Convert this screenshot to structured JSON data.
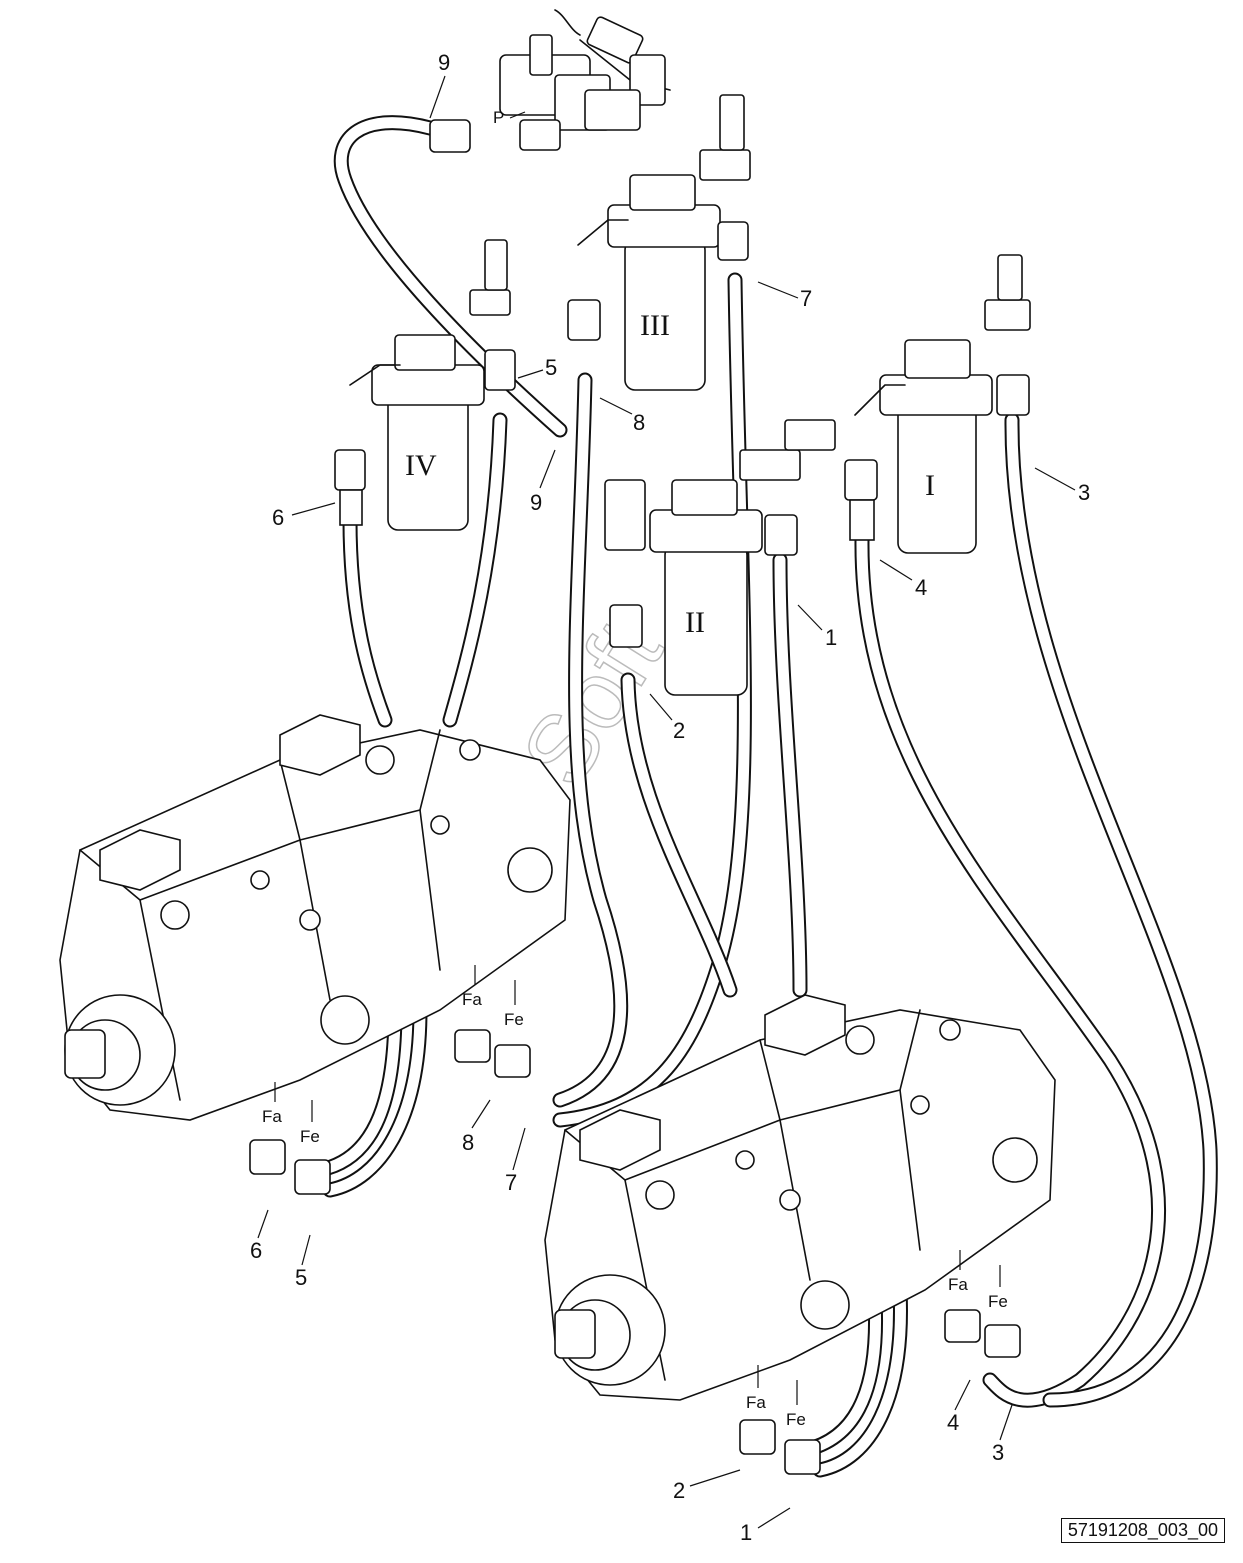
{
  "drawing_number": "57191208_003_00",
  "watermark": "AutoSoft",
  "filter_labels": [
    "I",
    "II",
    "III",
    "IV"
  ],
  "port_labels": {
    "fa": "Fa",
    "fe": "Fe",
    "p": "P"
  },
  "callouts": [
    "1",
    "2",
    "3",
    "4",
    "5",
    "6",
    "7",
    "8",
    "9"
  ]
}
